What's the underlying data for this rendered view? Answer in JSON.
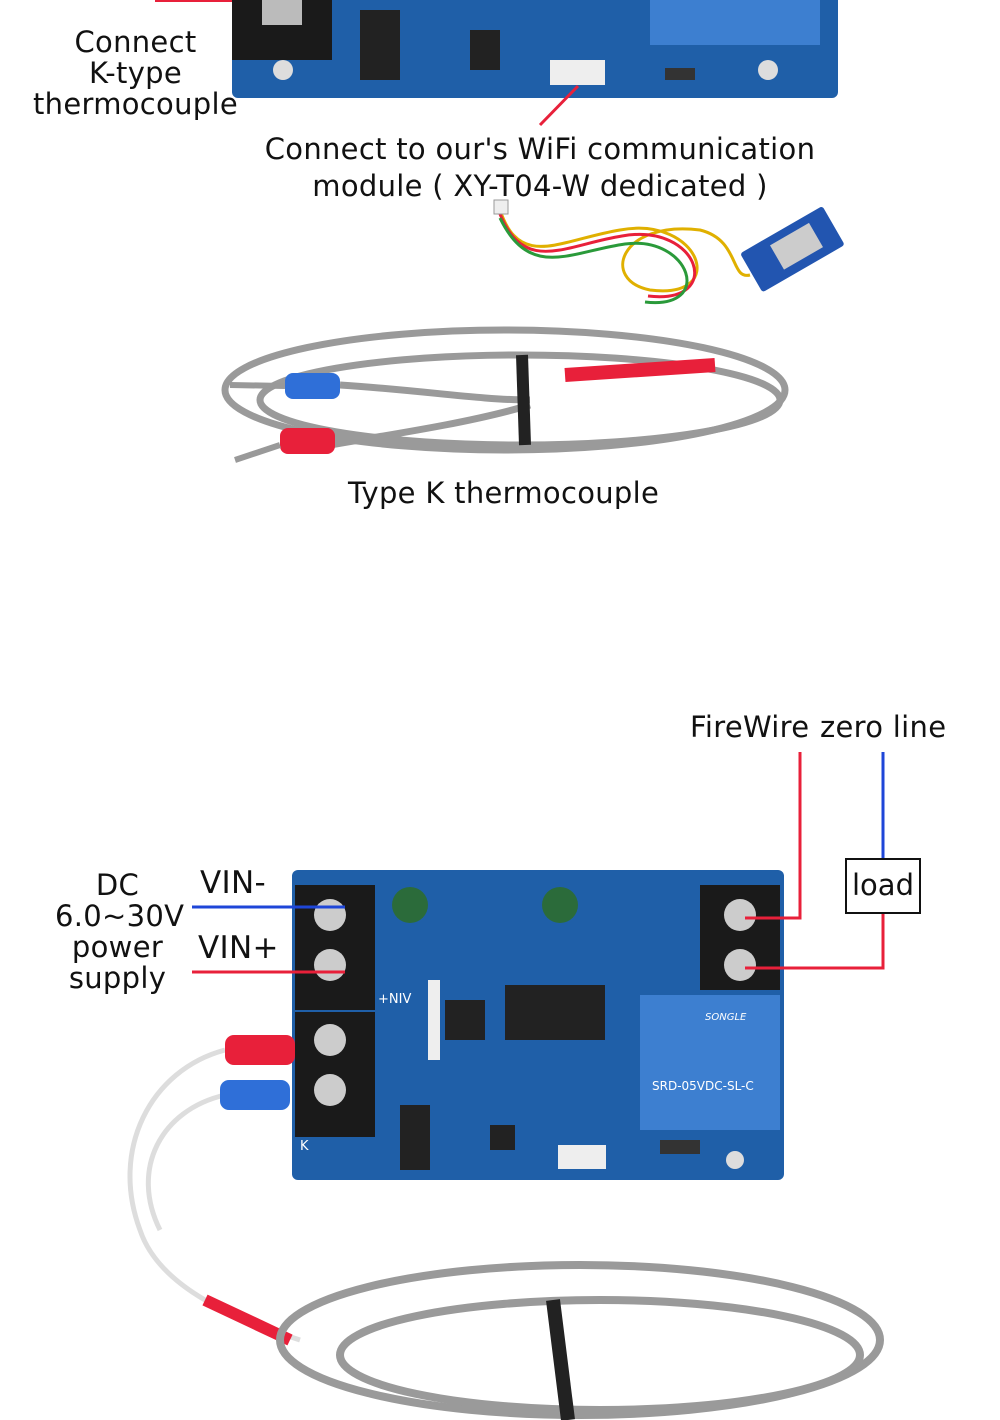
{
  "labels": {
    "connect_k_type": [
      "Connect",
      "K-type",
      "thermocouple"
    ],
    "wifi_line1": "Connect to our's WiFi communication",
    "wifi_line2": "module ( XY-T04-W dedicated )",
    "thermocouple": "Type K thermocouple",
    "firewire": "FireWire",
    "zero_line": "zero line",
    "power": [
      "DC",
      "6.0~30V",
      "power",
      "supply"
    ],
    "vin_minus": "VIN-",
    "vin_plus": "VIN+",
    "load": "load"
  },
  "board": {
    "relay_brand": "SONGLE",
    "relay_model": "SRD-05VDC-SL-C",
    "pin_label": "+NIV",
    "k_label": "K"
  },
  "colors": {
    "board_blue": "#1f5fa8",
    "wire_red": "#e8203a",
    "wire_blue": "#1e46d8",
    "relay_blue": "#3d7fd0",
    "terminal_black": "#1a1a1a"
  }
}
